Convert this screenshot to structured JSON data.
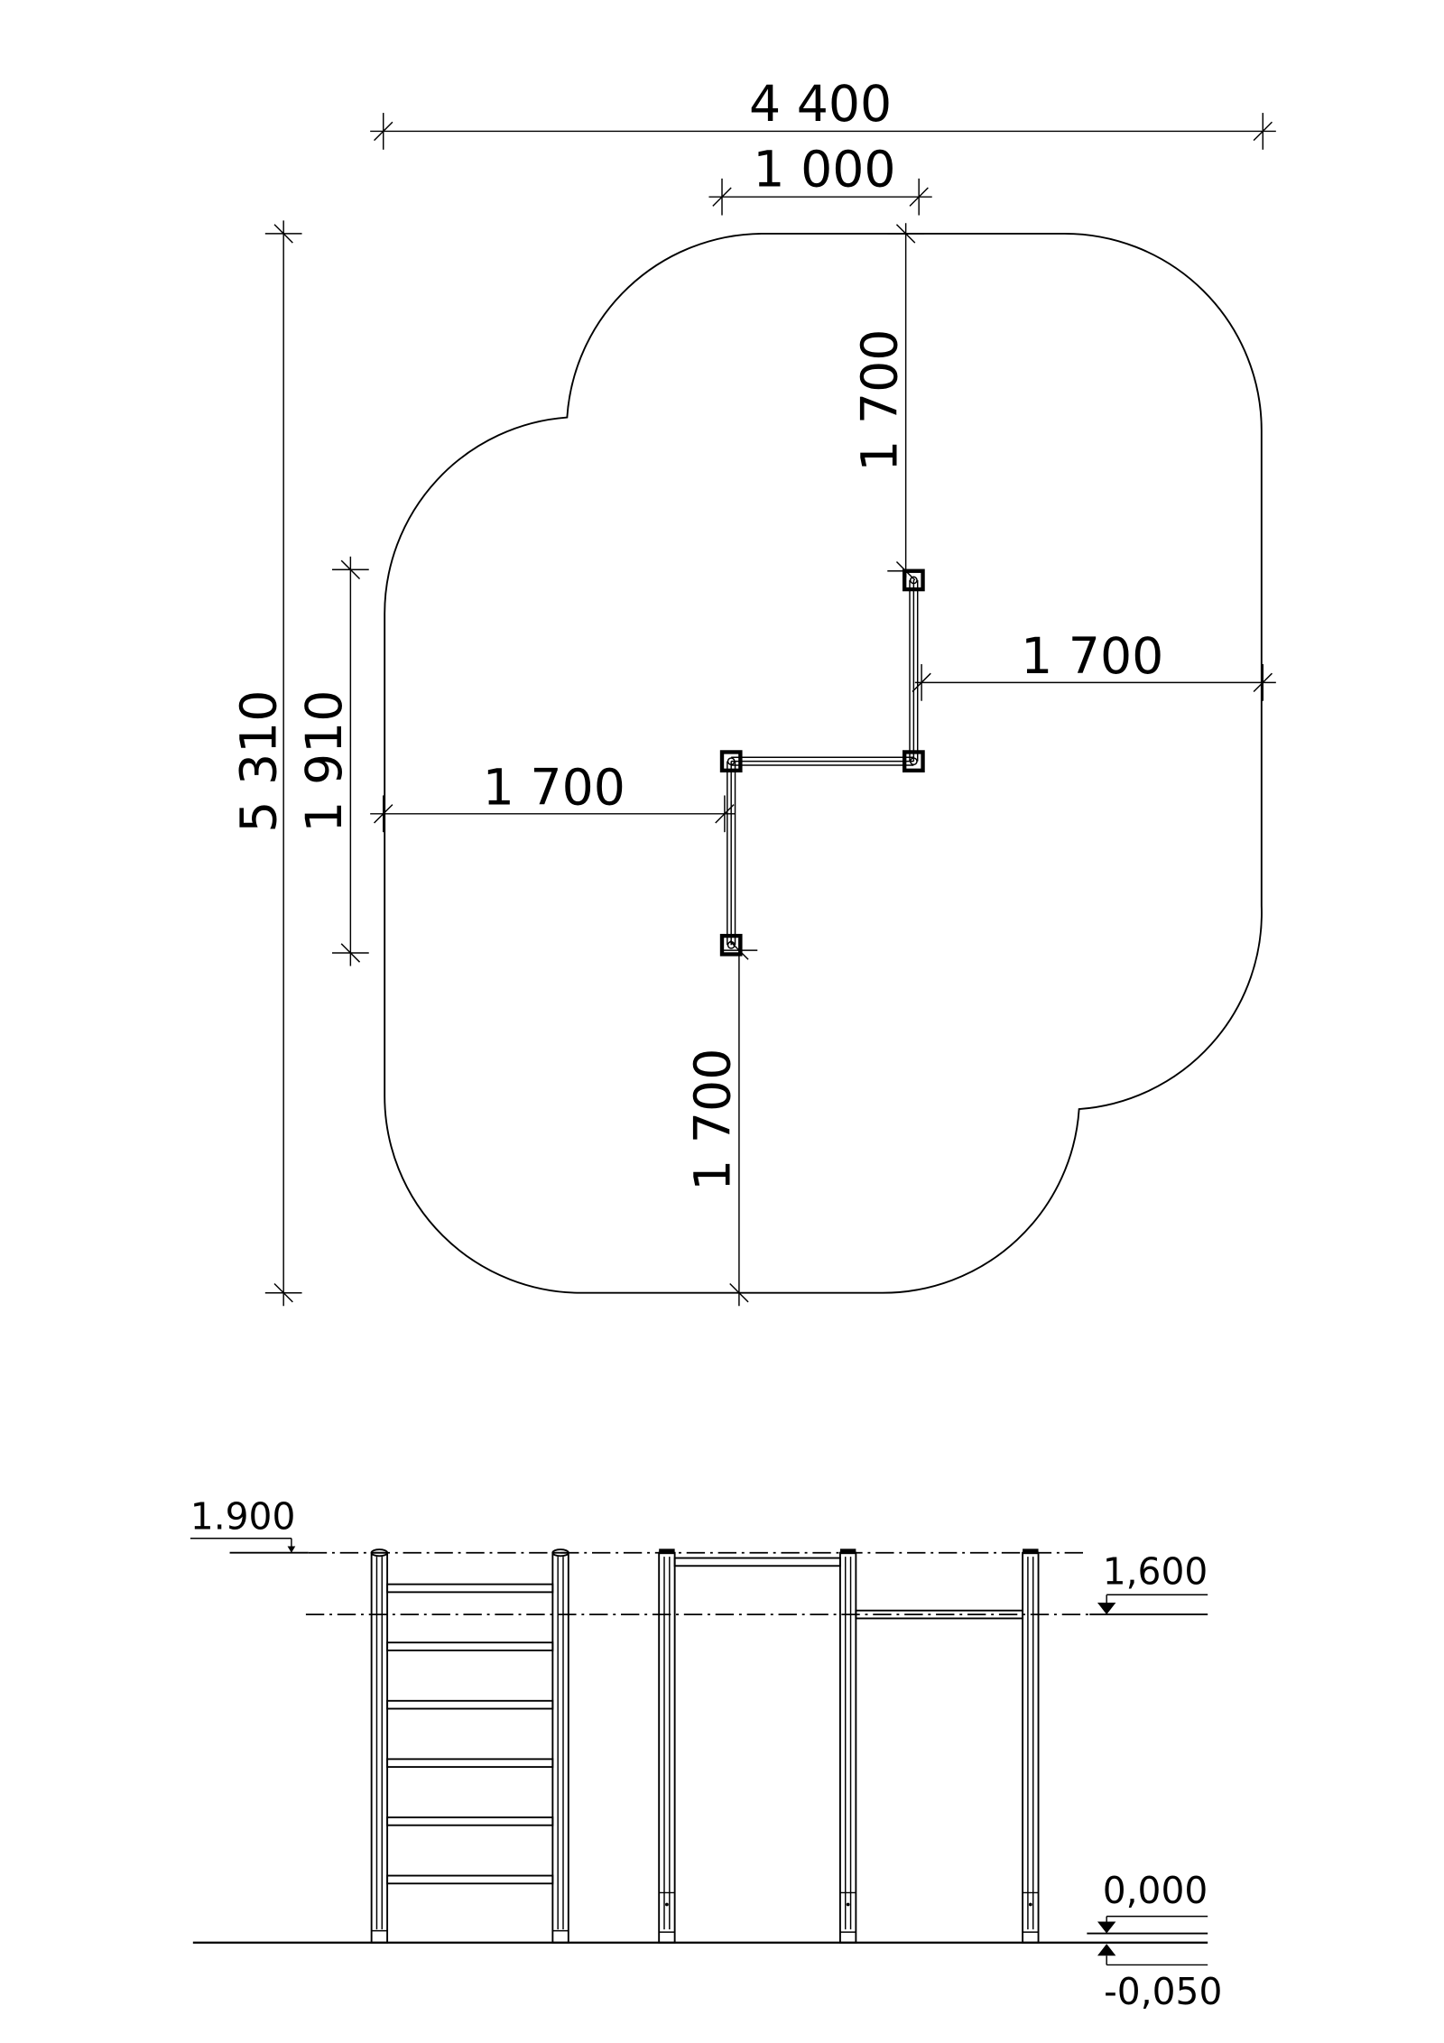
{
  "plan": {
    "overall_width": "4 400",
    "offset_width": "1 000",
    "overall_depth": "5 310",
    "frame_depth": "1 910",
    "top_clearance": "1 700",
    "right_clearance": "1 700",
    "left_clearance": "1 700",
    "bottom_clearance": "1 700"
  },
  "elevation": {
    "level_top": "1.900",
    "level_bar": "1,600",
    "level_ground": "0,000",
    "level_foundation": "-0,050",
    "ladder_rungs": 6
  }
}
